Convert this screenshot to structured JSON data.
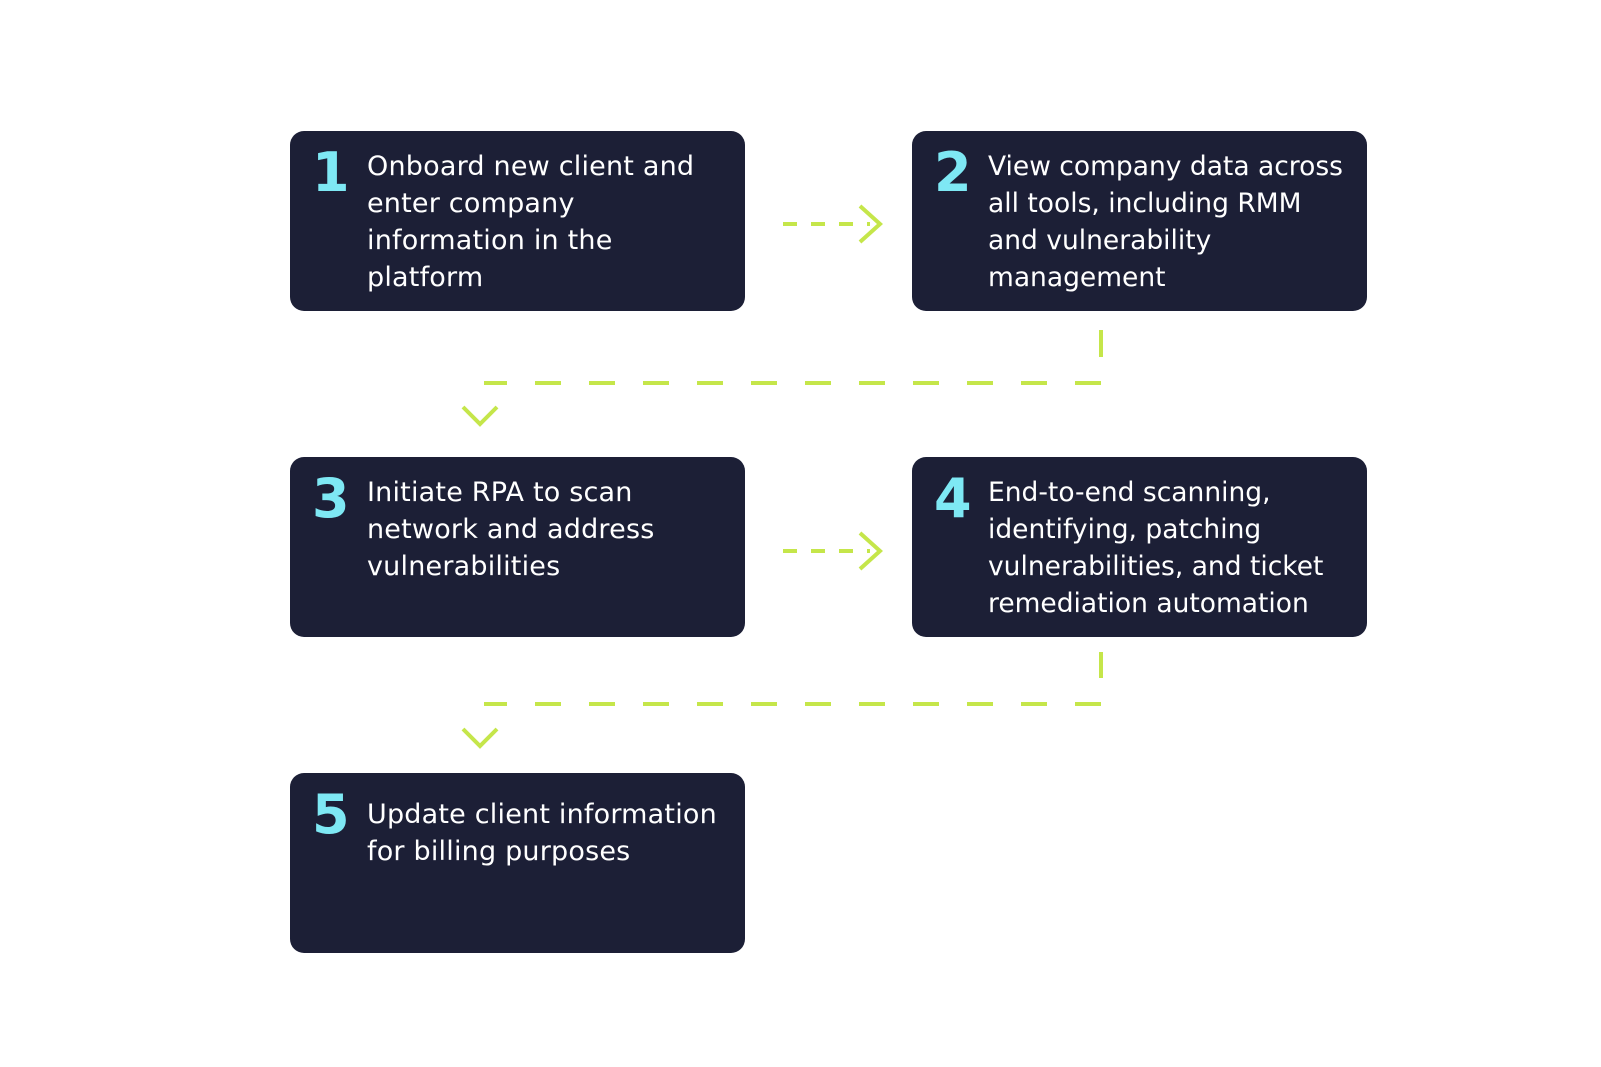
{
  "colors": {
    "background": "#ffffff",
    "card": "#1c1f36",
    "number": "#7ee8f4",
    "text": "#ffffff",
    "connector": "#c5e64a"
  },
  "steps": [
    {
      "number": "1",
      "text": "Onboard new client and enter company information in the platform"
    },
    {
      "number": "2",
      "text": "View company data across all tools, including RMM and vulnerability management"
    },
    {
      "number": "3",
      "text": "Initiate RPA to scan network and address vulnerabilities"
    },
    {
      "number": "4",
      "text": "End-to-end scanning, identifying, patching vulnerabilities, and ticket remediation automation"
    },
    {
      "number": "5",
      "text": "Update client information for billing purposes"
    }
  ]
}
